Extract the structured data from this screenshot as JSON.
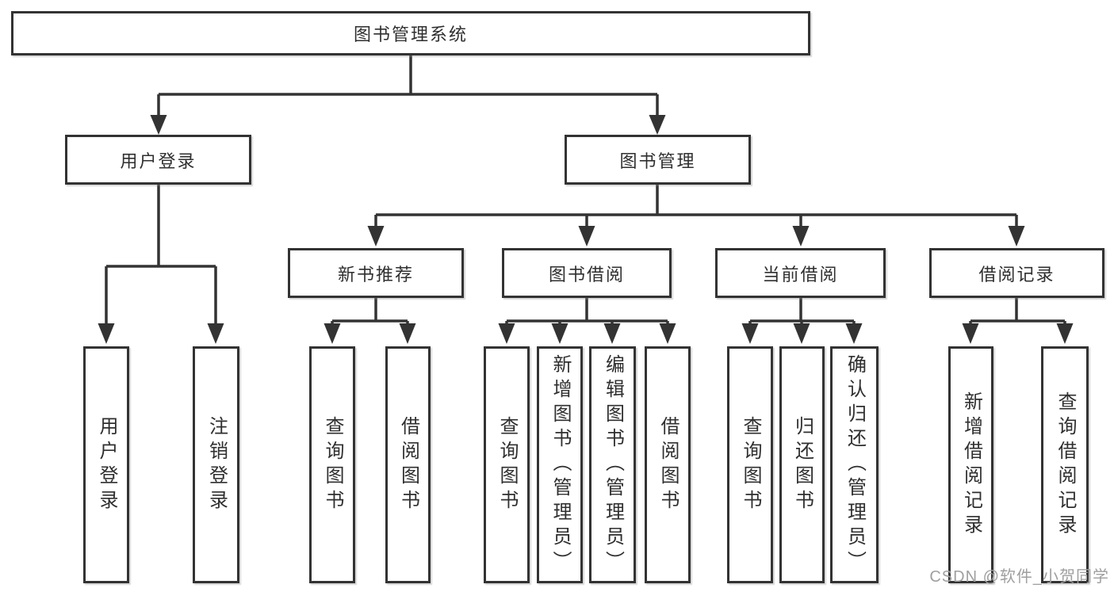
{
  "diagram": {
    "title": "图书管理系统",
    "tree": {
      "label": "图书管理系统",
      "children": [
        {
          "label": "用户登录",
          "children": [
            {
              "label": "用户登录"
            },
            {
              "label": "注销登录"
            }
          ]
        },
        {
          "label": "图书管理",
          "children": [
            {
              "label": "新书推荐",
              "children": [
                {
                  "label": "查询图书"
                },
                {
                  "label": "借阅图书"
                }
              ]
            },
            {
              "label": "图书借阅",
              "children": [
                {
                  "label": "查询图书"
                },
                {
                  "label": "新增图书（管理员）"
                },
                {
                  "label": "编辑图书（管理员）"
                },
                {
                  "label": "借阅图书"
                }
              ]
            },
            {
              "label": "当前借阅",
              "children": [
                {
                  "label": "查询图书"
                },
                {
                  "label": "归还图书"
                },
                {
                  "label": "确认归还（管理员）"
                }
              ]
            },
            {
              "label": "借阅记录",
              "children": [
                {
                  "label": "新增借阅记录"
                },
                {
                  "label": "查询借阅记录"
                }
              ]
            }
          ]
        }
      ]
    }
  },
  "watermark": {
    "text": "CSDN @软件_小贺同学"
  },
  "colors": {
    "line": "#333333",
    "box_border": "#333333",
    "text": "#2f2f2f",
    "watermark": "#9f9f9f",
    "background": "#ffffff"
  }
}
